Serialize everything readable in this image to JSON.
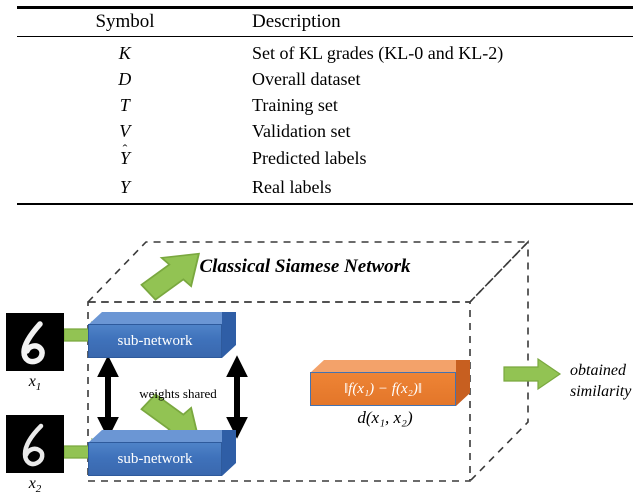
{
  "table": {
    "headers": {
      "symbol": "Symbol",
      "description": "Description"
    },
    "rows": [
      {
        "symbol": "Κ",
        "symbol_plain": "K",
        "description": "Set of KL grades (KL-0 and KL-2)"
      },
      {
        "symbol": "D",
        "symbol_plain": "D",
        "description": "Overall dataset"
      },
      {
        "symbol": "T",
        "symbol_plain": "T",
        "description": "Training set"
      },
      {
        "symbol": "V",
        "symbol_plain": "V",
        "description": "Validation set"
      },
      {
        "symbol": "Y",
        "symbol_plain": "Y-hat",
        "description": "Predicted labels"
      },
      {
        "symbol": "Y",
        "symbol_plain": "Y",
        "description": "Real labels"
      }
    ]
  },
  "diagram": {
    "title": "Classical Siamese Network",
    "inputs": [
      {
        "label": "x",
        "sub": "1",
        "image": "handwritten-digit-six"
      },
      {
        "label": "x",
        "sub": "2",
        "image": "handwritten-digit-six"
      }
    ],
    "subnetworks": [
      {
        "label": "sub-network"
      },
      {
        "label": "sub-network"
      }
    ],
    "weights_note": "weights shared",
    "distance_box": {
      "label": "‖f(x₁) − f(x₂)‖"
    },
    "distance_caption": "d(x₁, x₂)",
    "output": "obtained similarity",
    "colors": {
      "arrow_green": "#92C353",
      "arrow_green_stroke": "#7aa83f",
      "box_blue_front": "#3f72bb",
      "box_blue_top": "#6b96d4",
      "box_blue_side": "#2f5ea6",
      "box_orange_front": "#e3762a",
      "box_orange_top": "#f3a26a",
      "box_orange_side": "#c75f20",
      "orange_border_blue": "#4472b0",
      "cube_dash": "#3a3a3a",
      "digit_bg": "#000000",
      "digit_ink": "#ffffff"
    }
  }
}
